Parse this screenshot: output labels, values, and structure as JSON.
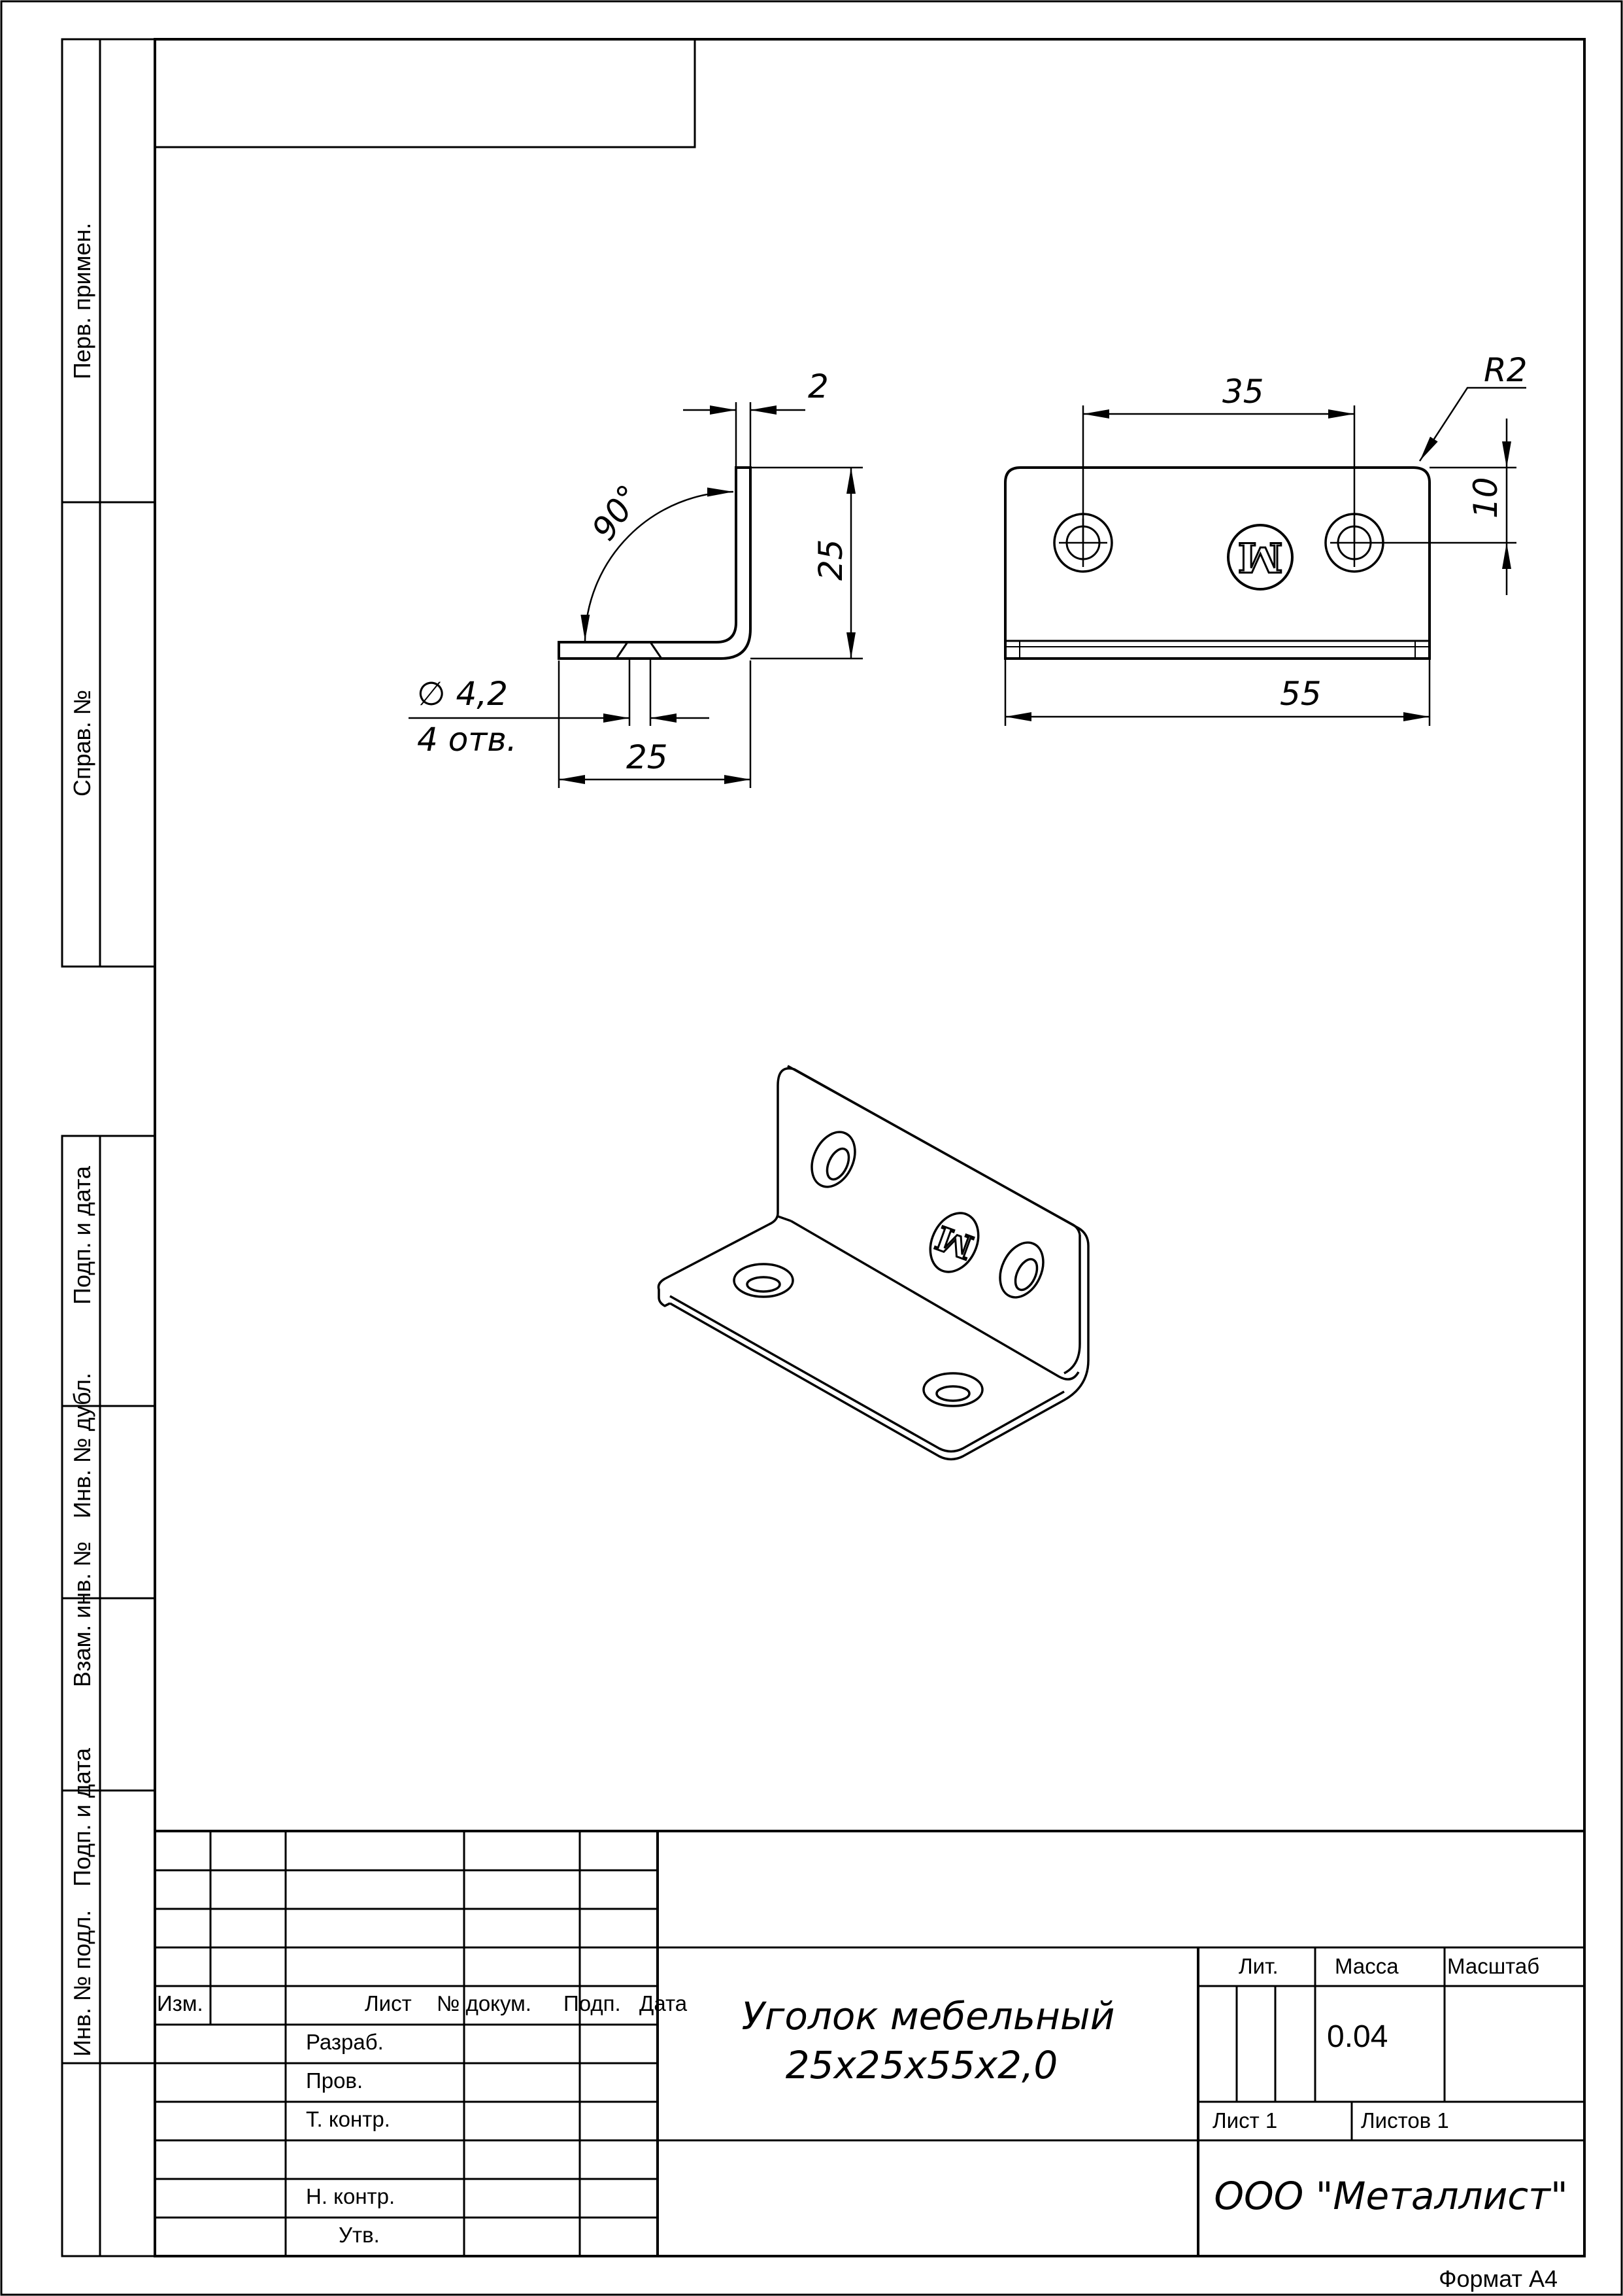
{
  "side_strip": {
    "perv_primen": "Перв. примен.",
    "sprav_no": "Справ. №",
    "podp_data_1": "Подп. и дата",
    "inv_dubl": "Инв. № дубл.",
    "vzam_inv": "Взам. инв. №",
    "podp_data_2": "Подп. и дата",
    "inv_podl": "Инв. № подл."
  },
  "drawing": {
    "dims": {
      "thickness": "2",
      "angle": "90°",
      "height_side": "25",
      "hole_dia": "∅ 4,2",
      "hole_count": "4 отв.",
      "width_side": "25",
      "hole_spacing": "35",
      "radius": "R2",
      "hole_offset": "10",
      "length": "55"
    },
    "logo_letter": "М"
  },
  "title_block": {
    "headers": {
      "izm": "Изм.",
      "list": "Лист",
      "nodokum": "№ докум.",
      "podp": "Подп.",
      "data": "Дата"
    },
    "roles": {
      "razrab": "Разраб.",
      "prov": "Пров.",
      "tkontr": "Т. контр.",
      "nkontr": "Н. контр.",
      "utv": "Утв."
    },
    "product_name_line1": "Уголок мебельный",
    "product_name_line2": "25x25x55x2,0",
    "lit_label": "Лит.",
    "massa_label": "Масса",
    "masshtab_label": "Масштаб",
    "massa_value": "0.04",
    "sheet_label": "Лист 1",
    "sheets_total": "Листов 1",
    "company": "ООО \"Металлист\""
  },
  "format_label": "Формат А4"
}
